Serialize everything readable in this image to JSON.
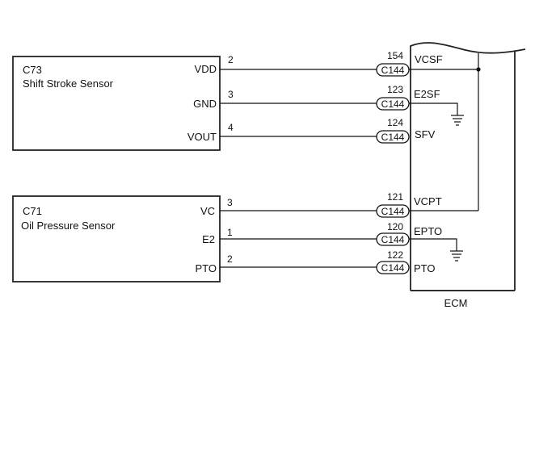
{
  "colors": {
    "line": "#111111",
    "background": "#ffffff"
  },
  "sensor_c73": {
    "code": "C73",
    "name": "Shift Stroke Sensor",
    "pins": [
      {
        "terminal": "VDD",
        "pin": "2"
      },
      {
        "terminal": "GND",
        "pin": "3"
      },
      {
        "terminal": "VOUT",
        "pin": "4"
      }
    ]
  },
  "sensor_c71": {
    "code": "C71",
    "name": "Oil Pressure Sensor",
    "pins": [
      {
        "terminal": "VC",
        "pin": "3"
      },
      {
        "terminal": "E2",
        "pin": "1"
      },
      {
        "terminal": "PTO",
        "pin": "2"
      }
    ]
  },
  "ecm": {
    "label": "ECM",
    "connector": "C144",
    "terminals": [
      {
        "pin": "154",
        "name": "VCSF"
      },
      {
        "pin": "123",
        "name": "E2SF"
      },
      {
        "pin": "124",
        "name": "SFV"
      },
      {
        "pin": "121",
        "name": "VCPT"
      },
      {
        "pin": "120",
        "name": "EPTO"
      },
      {
        "pin": "122",
        "name": "PTO"
      }
    ]
  },
  "icons": [
    "ground-symbol",
    "ground-symbol"
  ]
}
